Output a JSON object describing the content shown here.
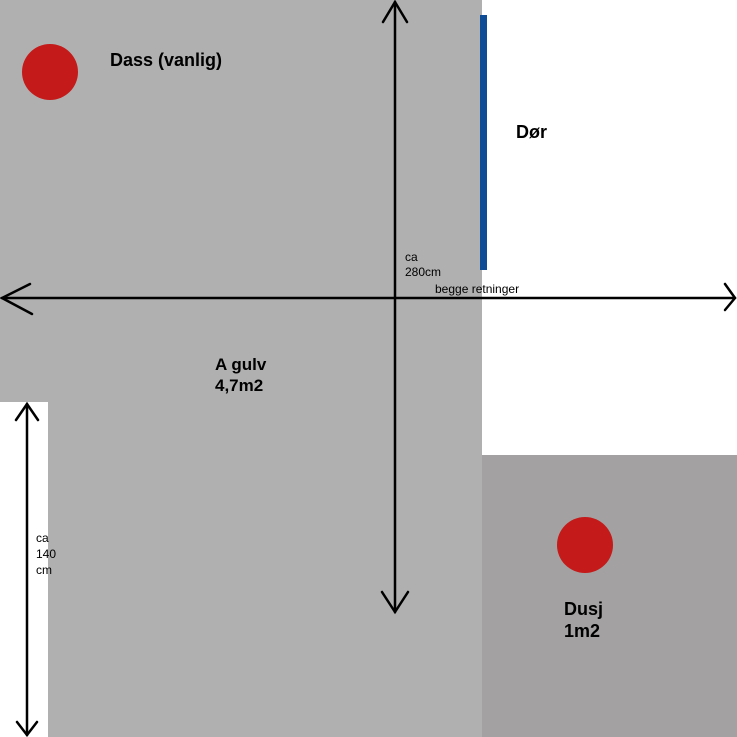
{
  "colors": {
    "background": "#ffffff",
    "floor_main": "#b0b0b0",
    "floor_shower": "#a3a1a1",
    "fixture": "#c41a1a",
    "door": "#0f4c96",
    "line": "#000000"
  },
  "labels": {
    "toilet": "Dass (vanlig)",
    "door": "Dør",
    "floor_name": "A gulv",
    "floor_area": "4,7m2",
    "shower_name": "Dusj",
    "shower_area": "1m2",
    "dim_280_ca": "ca",
    "dim_280_value": "280cm",
    "dim_280_note": "begge retninger",
    "dim_140_ca": "ca",
    "dim_140_value": "140",
    "dim_140_unit": "cm"
  },
  "icons": {
    "toilet_marker": "red-circle",
    "shower_marker": "red-circle",
    "arrow_heads": "open-chevron"
  }
}
